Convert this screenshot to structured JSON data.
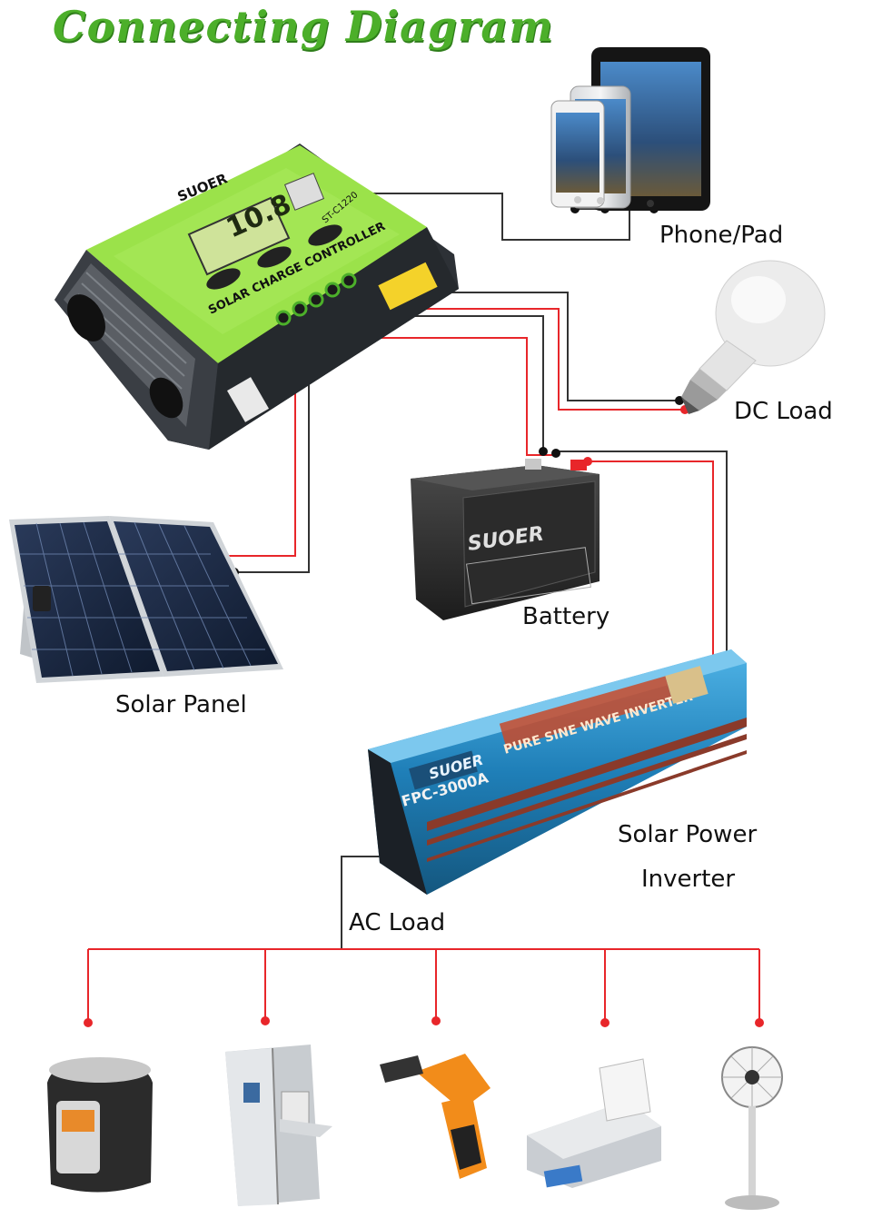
{
  "title": "Connecting Diagram",
  "labels": {
    "phone_pad": "Phone/Pad",
    "dc_load": "DC Load",
    "battery": "Battery",
    "solar_panel": "Solar Panel",
    "inverter_line1": "Solar Power",
    "inverter_line2": "Inverter",
    "ac_load": "AC Load"
  },
  "controller": {
    "brand": "SUOER",
    "model": "ST-C1220",
    "name": "SOLAR CHARGE CONTROLLER",
    "display": "10.8"
  },
  "battery_brand": "SUOER",
  "inverter": {
    "brand": "SUOER",
    "model": "FPC-3000A",
    "name": "PURE SINE WAVE INVERTER"
  },
  "colors": {
    "title_green": "#4caf2a",
    "wire_red": "#e8262a",
    "wire_black": "#333333",
    "controller_green": "#9be24a",
    "inverter_blue": "#2a8bc4"
  }
}
